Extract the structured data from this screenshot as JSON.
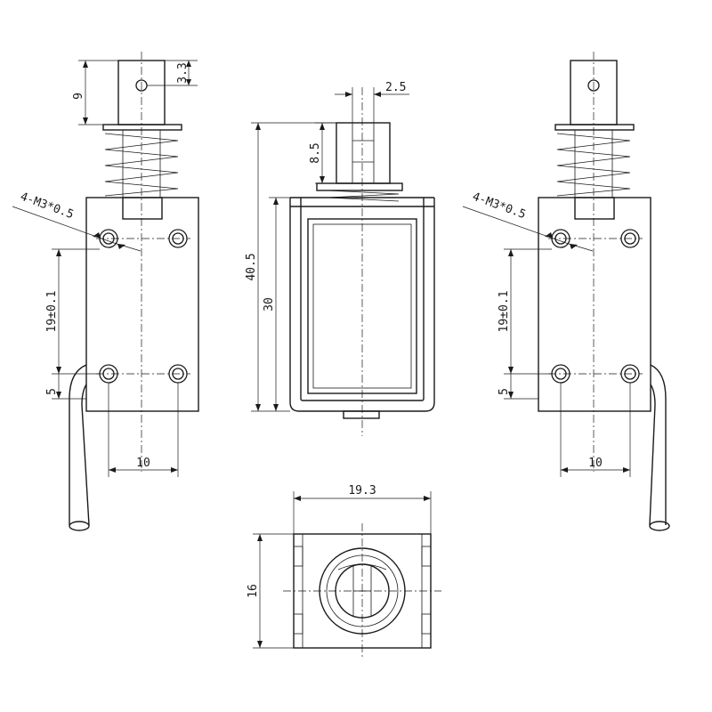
{
  "dimensions": {
    "plunger_head_height": "9",
    "pin_hole_offset": "3.3",
    "mount_holes": "4-M3*0.5",
    "hole_spacing": "19±0.1",
    "bottom_offset": "5",
    "hole_width": "10",
    "plunger_width": "2.5",
    "plunger_length": "8.5",
    "total_height": "40.5",
    "frame_height": "30",
    "body_width": "19.3",
    "body_depth": "16"
  },
  "colors": {
    "line": "#1a1a1a",
    "background": "#ffffff"
  }
}
